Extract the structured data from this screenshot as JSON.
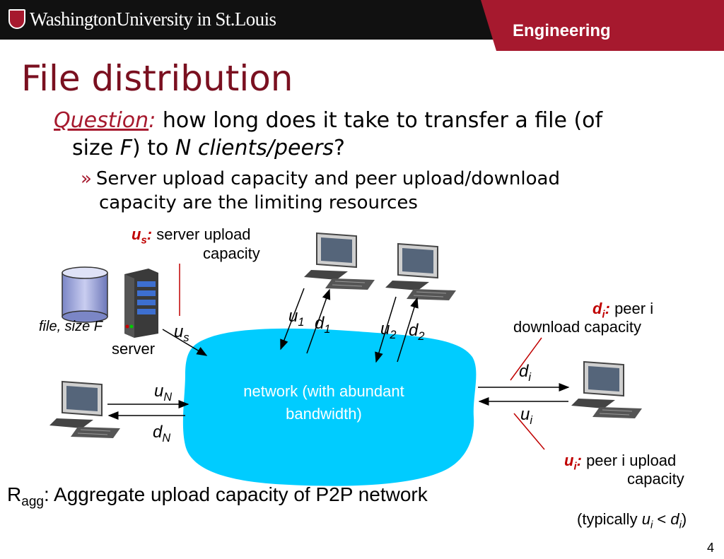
{
  "header": {
    "university": "WashingtonUniversity in St.Louis",
    "school": "Engineering",
    "colors": {
      "bar": "#111111",
      "red": "#a6192e"
    }
  },
  "title": "File distribution",
  "question": {
    "label": "Question",
    "colon": ":",
    "part1": " how long does it take to transfer a file (of",
    "part2a": "size ",
    "var_f": "F",
    "part2b": ") to ",
    "var_n": "N clients/peers",
    "part2c": "?"
  },
  "bullet": {
    "mark": "»",
    "line1": "Server upload capacity and peer upload/download",
    "line2": "capacity are the limiting resources"
  },
  "diagram": {
    "us_label_var": "u",
    "us_label_sub": "s",
    "us_label_colon": ":",
    "us_desc1": "server upload",
    "us_desc2": "capacity",
    "file_label": "file, size F",
    "server_label": "server",
    "us_arrow_var": "u",
    "us_arrow_sub": "s",
    "u1_var": "u",
    "u1_sub": "1",
    "d1_var": "d",
    "d1_sub": "1",
    "u2_var": "u",
    "u2_sub": "2",
    "d2_var": "d",
    "d2_sub": "2",
    "uN_var": "u",
    "uN_sub": "N",
    "dN_var": "d",
    "dN_sub": "N",
    "di_var": "d",
    "di_sub": "i",
    "ui_var": "u",
    "ui_sub": "i",
    "network": "network (with abundant bandwidth)",
    "di_label_var": "d",
    "di_label_sub": "i",
    "di_label_colon": ":",
    "di_desc1": "peer i",
    "di_desc2": "download capacity",
    "ui_label_var": "u",
    "ui_label_sub": "i",
    "ui_label_colon": ":",
    "ui_desc1": "peer i upload",
    "ui_desc2": "capacity",
    "network_color": "#00ccff"
  },
  "ragg": {
    "r": "R",
    "sub": "agg",
    "text": ": Aggregate upload capacity of P2P network"
  },
  "typically": {
    "open": "(typically ",
    "u": "u",
    "usub": "i",
    "lt": " < ",
    "d": "d",
    "dsub": "i",
    "close": ")"
  },
  "page_number": "4"
}
